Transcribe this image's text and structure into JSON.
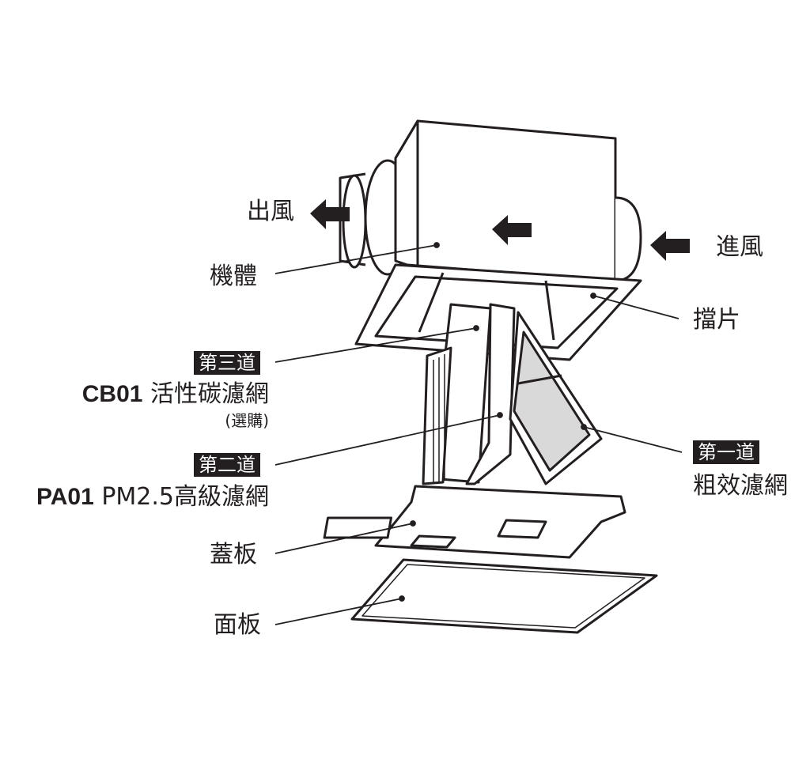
{
  "labels": {
    "outlet": "出風",
    "inlet": "進風",
    "body": "機體",
    "damper": "擋片",
    "cover_plate": "蓋板",
    "panel": "面板"
  },
  "filters": {
    "third": {
      "tag": "第三道",
      "model": "CB01",
      "name": "活性碳濾網",
      "note": "(選購)"
    },
    "second": {
      "tag": "第二道",
      "model": "PA01",
      "name": "PM2.5高級濾網"
    },
    "first": {
      "tag": "第一道",
      "name": "粗效濾網"
    }
  },
  "colors": {
    "ink": "#231f20",
    "filter_gray": "#d9d9d9"
  }
}
